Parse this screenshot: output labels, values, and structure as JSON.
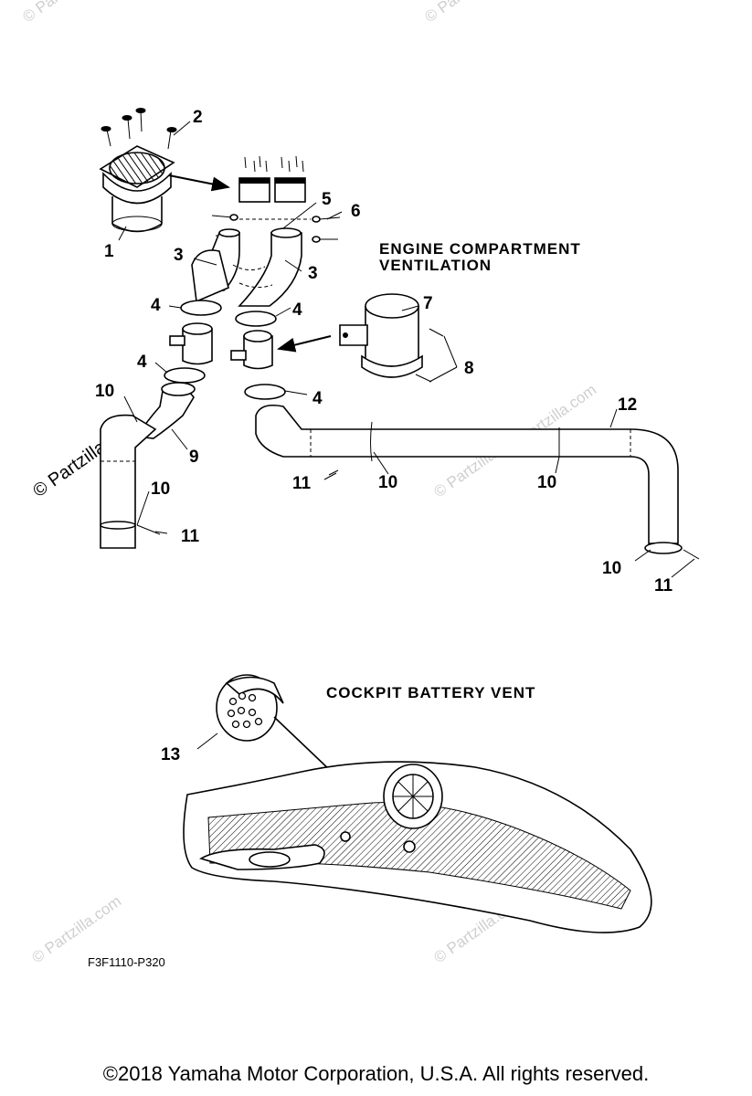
{
  "sections": {
    "engine_title_line1": "ENGINE COMPARTMENT",
    "engine_title_line2": "VENTILATION",
    "battery_title": "COCKPIT BATTERY VENT"
  },
  "callouts": {
    "c1": "1",
    "c2": "2",
    "c3a": "3",
    "c3b": "3",
    "c4a": "4",
    "c4b": "4",
    "c4c": "4",
    "c4d": "4",
    "c5": "5",
    "c6": "6",
    "c7": "7",
    "c8": "8",
    "c9": "9",
    "c10a": "10",
    "c10b": "10",
    "c10c": "10",
    "c10d": "10",
    "c10e": "10",
    "c11a": "11",
    "c11b": "11",
    "c11c": "11",
    "c12": "12",
    "c13": "13"
  },
  "figure_code": "F3F1110-P320",
  "watermark": "© Partzilla.com",
  "copyright": "©2018  Yamaha Motor Corporation, U.S.A. All rights reserved."
}
